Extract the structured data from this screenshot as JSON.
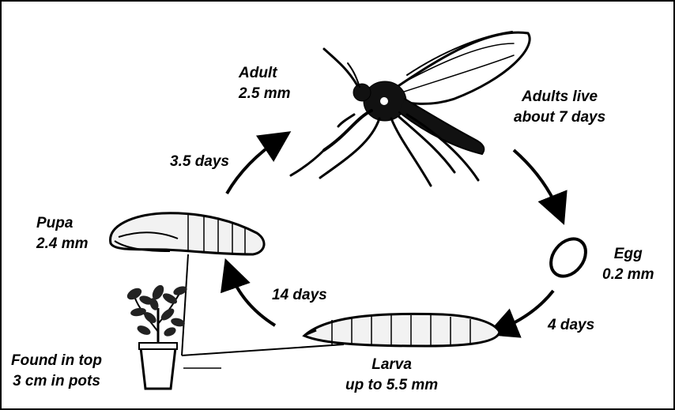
{
  "labels": {
    "adult": [
      "Adult",
      "2.5 mm"
    ],
    "adults_live": [
      "Adults live",
      "about 7 days"
    ],
    "egg": [
      "Egg",
      "0.2 mm"
    ],
    "four_days": "4 days",
    "larva": [
      "Larva",
      "up to 5.5 mm"
    ],
    "fourteen_days": "14 days",
    "pupa": [
      "Pupa",
      "2.4 mm"
    ],
    "three_five_days": "3.5 days",
    "found": [
      "Found in top",
      "3 cm in pots"
    ]
  },
  "colors": {
    "ink": "#000000",
    "background": "#ffffff",
    "fill": "#f2f2f2"
  }
}
